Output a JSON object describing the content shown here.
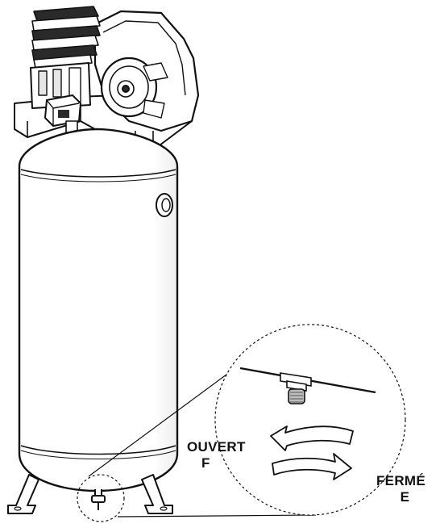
{
  "labels": {
    "open": [
      "OUVERT",
      "F"
    ],
    "close": [
      "FERMÉ",
      "E"
    ]
  },
  "colors": {
    "ink": "#111111",
    "fill": "#ffffff",
    "shade": "#e6e6e6",
    "dark": "#2a2a2a"
  },
  "icons": {
    "open_arrow": "curved-arrow-left",
    "close_arrow": "curved-arrow-right"
  }
}
